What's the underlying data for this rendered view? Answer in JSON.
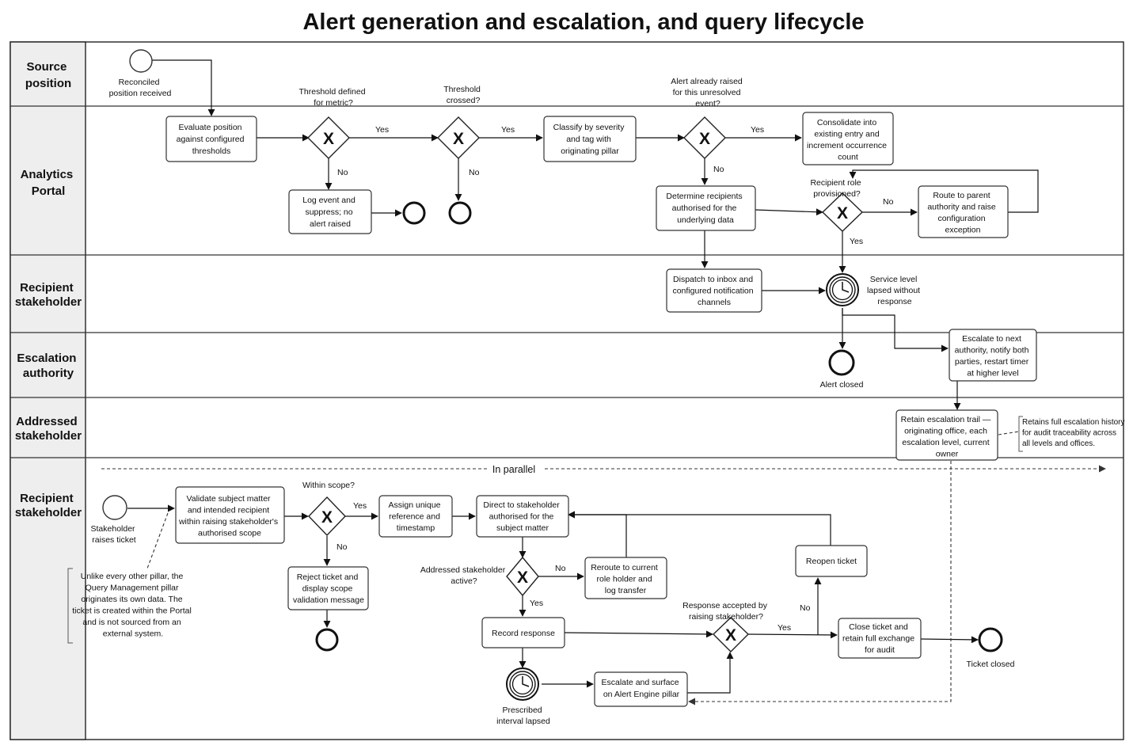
{
  "title": "Alert generation and escalation, and query lifecycle",
  "lanes": {
    "source_position": [
      "Source",
      "position"
    ],
    "analytics_portal": [
      "Analytics",
      "Portal"
    ],
    "recipient_stakeholder_1": [
      "Recipient",
      "stakeholder"
    ],
    "escalation_authority": [
      "Escalation",
      "authority"
    ],
    "addressed_stakeholder": [
      "Addressed",
      "stakeholder"
    ],
    "recipient_stakeholder_2": [
      "Recipient",
      "stakeholder"
    ]
  },
  "events": {
    "reconciled_start": [
      "Reconciled",
      "position received"
    ],
    "alert_closed": [
      "Alert closed"
    ],
    "service_level_timer": [
      "Service level",
      "lapsed without",
      "response"
    ],
    "stakeholder_start": [
      "Stakeholder",
      "raises ticket"
    ],
    "prescribed_timer": [
      "Prescribed",
      "interval lapsed"
    ],
    "ticket_closed": [
      "Ticket closed"
    ]
  },
  "tasks": {
    "evaluate_position": [
      "Evaluate position",
      "against configured",
      "thresholds"
    ],
    "log_event": [
      "Log event and",
      "suppress; no",
      "alert raised"
    ],
    "classify": [
      "Classify by severity",
      "and tag with",
      "originating pillar"
    ],
    "consolidate": [
      "Consolidate into",
      "existing entry and",
      "increment occurrence",
      "count"
    ],
    "determine_recipients": [
      "Determine recipients",
      "authorised for the",
      "underlying data"
    ],
    "route_to_parent": [
      "Route to parent",
      "authority and raise",
      "configuration",
      "exception"
    ],
    "dispatch_inbox": [
      "Dispatch to inbox and",
      "configured notification",
      "channels"
    ],
    "escalate_next": [
      "Escalate to next",
      "authority, notify both",
      "parties, restart timer",
      "at higher level"
    ],
    "retain_trail": [
      "Retain escalation trail —",
      "originating office, each",
      "escalation level, current",
      "owner"
    ],
    "validate_subject": [
      "Validate subject matter",
      "and intended recipient",
      "within raising stakeholder's",
      "authorised scope"
    ],
    "assign_reference": [
      "Assign unique",
      "reference and",
      "timestamp"
    ],
    "direct_to_stakeholder": [
      "Direct to stakeholder",
      "authorised for the",
      "subject matter"
    ],
    "reject_ticket": [
      "Reject ticket and",
      "display scope",
      "validation message"
    ],
    "reroute": [
      "Reroute to current",
      "role holder and",
      "log transfer"
    ],
    "reopen_ticket": [
      "Reopen ticket"
    ],
    "record_response": [
      "Record response"
    ],
    "close_ticket": [
      "Close ticket and",
      "retain full exchange",
      "for audit"
    ],
    "escalate_surface": [
      "Escalate and surface",
      "on Alert Engine pillar"
    ]
  },
  "gateways": {
    "marker": "X",
    "threshold_defined": [
      "Threshold defined",
      "for metric?"
    ],
    "threshold_crossed": [
      "Threshold",
      "crossed?"
    ],
    "alert_already_raised": [
      "Alert already raised",
      "for this unresolved",
      "event?"
    ],
    "role_provisioned": [
      "Recipient role",
      "provisioned?"
    ],
    "within_scope": [
      "Within scope?"
    ],
    "addressed_active": [
      "Addressed stakeholder",
      "active?"
    ],
    "response_accepted": [
      "Response accepted by",
      "raising stakeholder?"
    ]
  },
  "flow_labels": {
    "yes": "Yes",
    "no": "No"
  },
  "annotations": {
    "audit_note": [
      "Retains full escalation history",
      "for audit traceability across",
      "all levels and offices."
    ],
    "query_note": [
      "Unlike every other pillar, the",
      "Query Management pillar",
      "originates its own data. The",
      "ticket is created within the Portal",
      "and is not sourced from an",
      "external system."
    ],
    "in_parallel": "In parallel"
  }
}
